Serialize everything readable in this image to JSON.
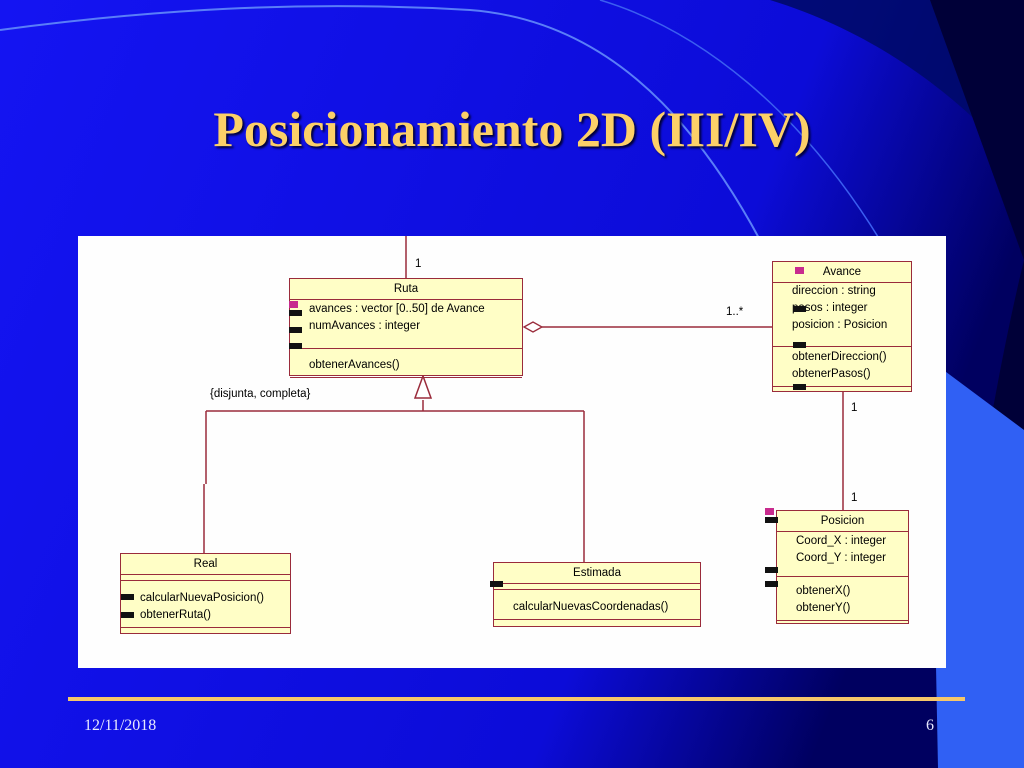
{
  "slide": {
    "title": "Posicionamiento 2D (III/IV)",
    "date": "12/11/2018",
    "page_number": "6"
  },
  "diagram": {
    "constraint_label": "{disjunta, completa}",
    "classes": {
      "ruta": {
        "name": "Ruta",
        "attributes": [
          "avances : vector [0..50] de Avance",
          "numAvances : integer"
        ],
        "operations": [
          "obtenerAvances()"
        ]
      },
      "avance": {
        "name": "Avance",
        "attributes": [
          "direccion : string",
          "pasos : integer",
          "posicion : Posicion"
        ],
        "operations": [
          "obtenerDireccion()",
          "obtenerPasos()"
        ]
      },
      "posicion": {
        "name": "Posicion",
        "attributes": [
          "Coord_X : integer",
          "Coord_Y : integer"
        ],
        "operations": [
          "obtenerX()",
          "obtenerY()"
        ]
      },
      "real": {
        "name": "Real",
        "attributes": [],
        "operations": [
          "calcularNuevaPosicion()",
          "obtenerRuta()"
        ]
      },
      "estimada": {
        "name": "Estimada",
        "attributes": [],
        "operations": [
          "calcularNuevasCoordenadas()"
        ]
      }
    },
    "multiplicities": {
      "ruta_top": "1",
      "ruta_avance": "1..*",
      "avance_posicion_top": "1",
      "avance_posicion_bottom": "1"
    }
  },
  "colors": {
    "background": "#1010f0",
    "title": "#fcd068",
    "class_fill": "#fffec6",
    "class_border": "#9a2b3b",
    "footer_line": "#f6c76a"
  }
}
